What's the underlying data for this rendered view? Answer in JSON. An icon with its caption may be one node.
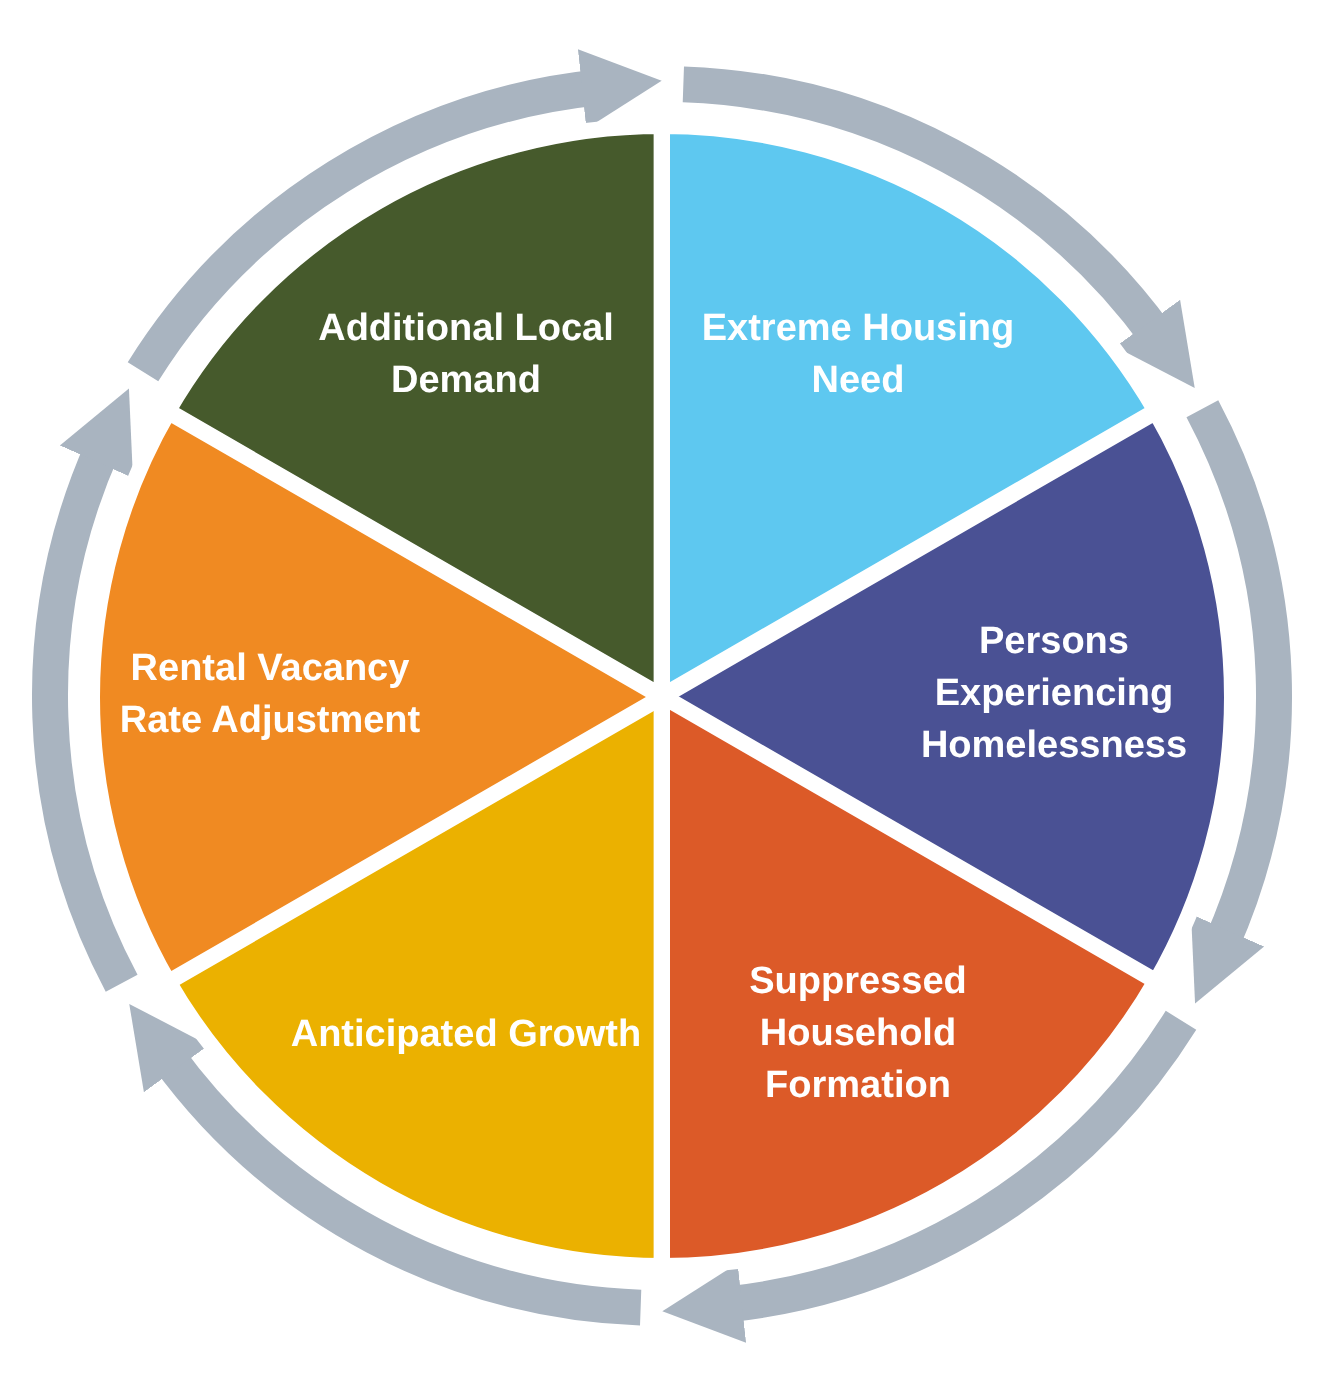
{
  "diagram": {
    "nodes": [
      {
        "text": [
          "Additional Local Demand"
        ]
      },
      {
        "text": [
          "Extreme Housing Need"
        ]
      },
      {
        "text": [
          "Persons Experiencing Homelessness"
        ]
      },
      {
        "text": [
          "Suppressed Household Formation"
        ]
      },
      {
        "text": [
          "Anticipated Growth"
        ]
      },
      {
        "text": [
          "Rental Vacancy Rate Adjustment"
        ]
      }
    ]
  }
}
